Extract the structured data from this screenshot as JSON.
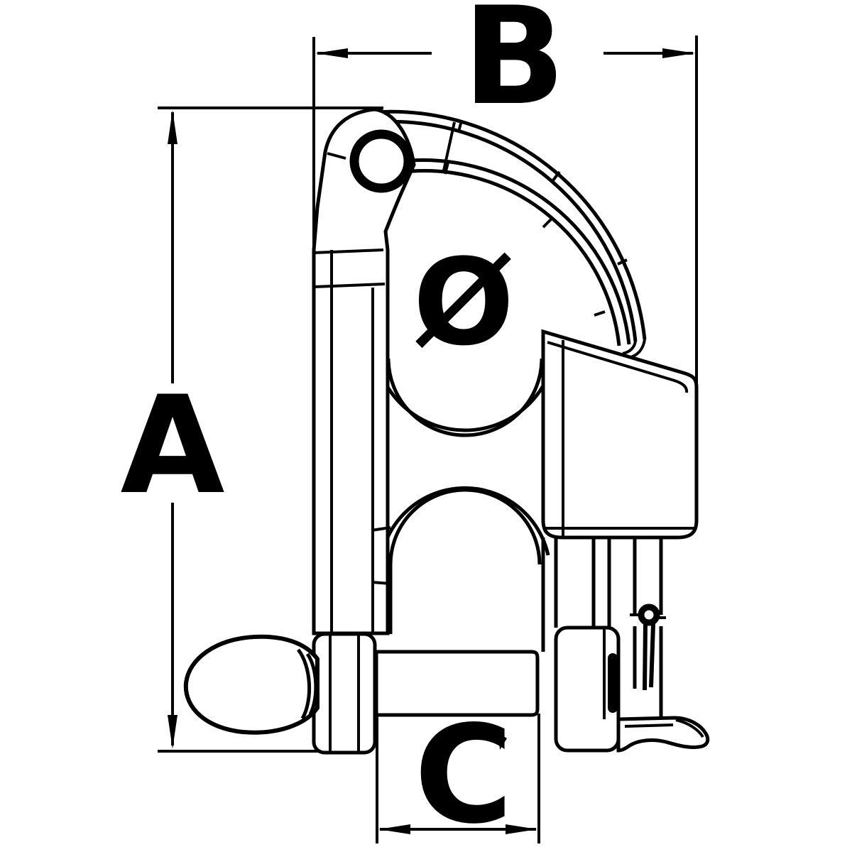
{
  "drawing": {
    "dimension_labels": {
      "overall_height": "A",
      "overall_width": "B",
      "pin_clear_width": "C",
      "sheave_diameter_symbol": "Ø"
    }
  },
  "colors": {
    "line": "#000000",
    "background": "#ffffff"
  }
}
